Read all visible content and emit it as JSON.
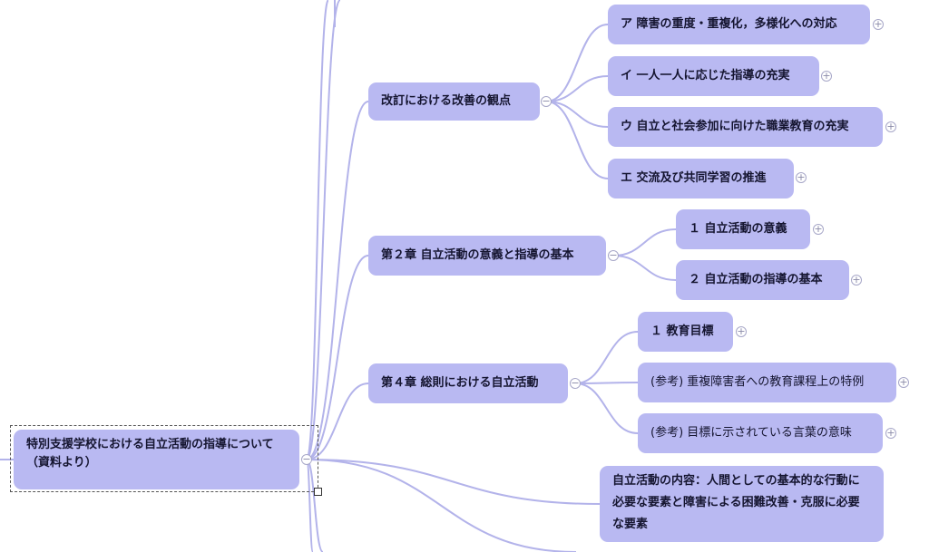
{
  "colors": {
    "node_fill": "#b9b9f2",
    "connector": "#b3b3ea",
    "text": "#151530",
    "selection": "#555555"
  },
  "root": {
    "label": "特別支援学校における自立活動の指導について（資料より）",
    "toggle": "−"
  },
  "branches": [
    {
      "id": "kaitei",
      "label": "改訂における改善の観点",
      "toggle": "−",
      "children": [
        {
          "label": "ア 障害の重度・重複化，多様化への対応",
          "toggle": "+"
        },
        {
          "label": "イ 一人一人に応じた指導の充実",
          "toggle": "+"
        },
        {
          "label": "ウ 自立と社会参加に向けた職業教育の充実",
          "toggle": "+"
        },
        {
          "label": "エ 交流及び共同学習の推進",
          "toggle": "+"
        }
      ]
    },
    {
      "id": "ch2",
      "label": "第２章 自立活動の意義と指導の基本",
      "toggle": "−",
      "children": [
        {
          "label": "１ 自立活動の意義",
          "toggle": "+"
        },
        {
          "label": "２ 自立活動の指導の基本",
          "toggle": "+"
        }
      ]
    },
    {
      "id": "ch4",
      "label": "第４章 総則における自立活動",
      "toggle": "−",
      "children": [
        {
          "label": "１ 教育目標",
          "toggle": "+"
        },
        {
          "label": "(参考) 重複障害者への教育課程上の特例",
          "toggle": "+"
        },
        {
          "label": "(参考) 目標に示されている言葉の意味",
          "toggle": "+"
        }
      ]
    }
  ],
  "partial_node": {
    "label": "自立活動の内容：人間としての基本的な行動に必要な要素と障害による困難改善・克服に必要な要素"
  }
}
